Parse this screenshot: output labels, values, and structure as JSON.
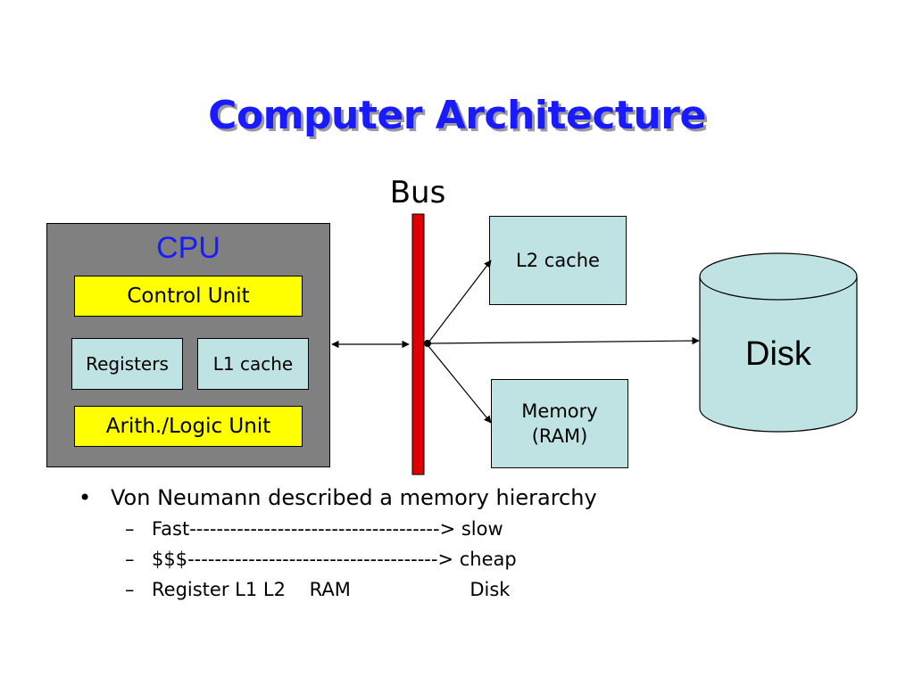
{
  "slide": {
    "title": "Computer Architecture",
    "bus_label": "Bus",
    "cpu": {
      "label": "CPU",
      "control_unit": "Control Unit",
      "registers": "Registers",
      "l1_cache": "L1 cache",
      "alu": "Arith./Logic Unit"
    },
    "l2_cache": "L2 cache",
    "memory_line1": "Memory",
    "memory_line2": "(RAM)",
    "disk": "Disk",
    "colors": {
      "title": "#1a1aff",
      "bus": "#e00000",
      "cpu_box": "#808080",
      "unit_fill": "#ffff00",
      "cache_fill": "#bfe3e3"
    },
    "bullets": {
      "main": "Von Neumann described a memory hierarchy",
      "sub": [
        "Fast-------------------------------------> slow",
        "$$$-------------------------------------> cheap",
        "Register L1 L2    RAM                    Disk"
      ]
    }
  }
}
